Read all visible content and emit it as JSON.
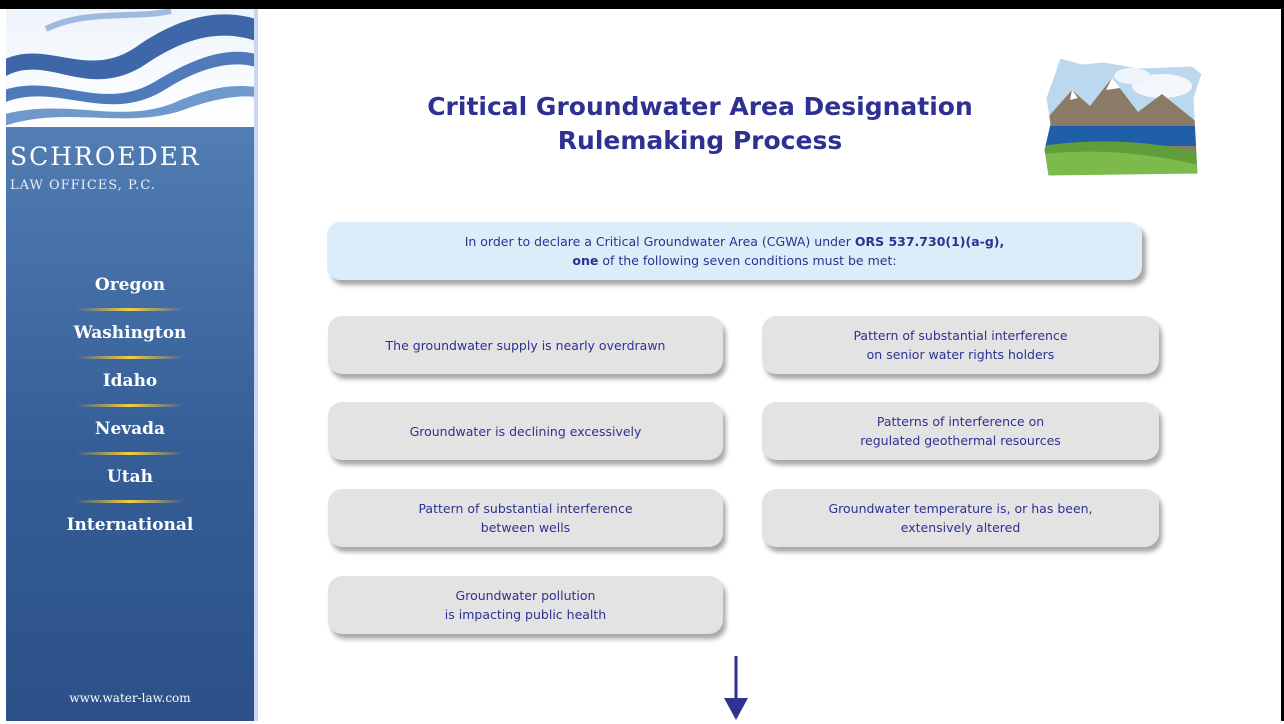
{
  "sidebar": {
    "firm_name": "SCHROEDER",
    "firm_sub": "LAW OFFICES, P.C.",
    "nav": [
      "Oregon",
      "Washington",
      "Idaho",
      "Nevada",
      "Utah",
      "International"
    ],
    "website": "www.water-law.com"
  },
  "title": {
    "line1": "Critical Groundwater Area Designation",
    "line2": "Rulemaking Process"
  },
  "intro": {
    "part1": "In order to declare a Critical Groundwater Area (CGWA) under ",
    "statute": "ORS 537.730(1)(a-g),",
    "emph": "one",
    "part2": " of the following seven conditions must be met:"
  },
  "conditions_left": [
    {
      "line1": "The groundwater supply is nearly overdrawn",
      "line2": ""
    },
    {
      "line1": "Groundwater is declining excessively",
      "line2": ""
    },
    {
      "line1": "Pattern of substantial interference",
      "line2": "between wells"
    },
    {
      "line1": "Groundwater pollution",
      "line2": "is impacting public health"
    }
  ],
  "conditions_right": [
    {
      "line1": "Pattern of substantial interference",
      "line2": "on senior water rights holders"
    },
    {
      "line1": "Patterns of interference on",
      "line2": "regulated geothermal resources"
    },
    {
      "line1": "Groundwater temperature is, or has been,",
      "line2": "extensively altered"
    }
  ],
  "colors": {
    "title": "#2e3192",
    "sidebar": "#365f97",
    "accent_gold": "#f7cd3c",
    "intro_bg": "#dcecf9",
    "box_bg": "#e3e3e3"
  },
  "icons": {
    "logo": "wave-logo-icon",
    "state": "oregon-landscape-icon",
    "arrow": "arrow-down-icon"
  }
}
